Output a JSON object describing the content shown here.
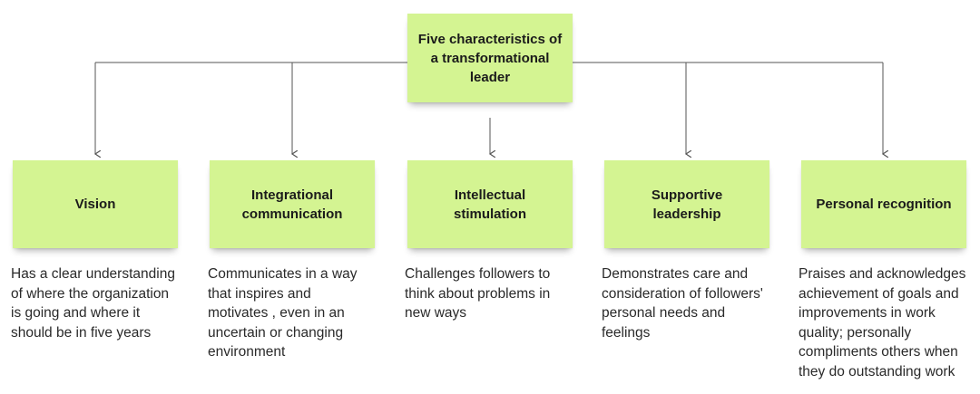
{
  "root": {
    "title": "Five characteristics of a transformational leader"
  },
  "characteristics": [
    {
      "title": "Vision",
      "description": "Has a clear understanding\nof where the organization\nis going and where it\nshould be in five years"
    },
    {
      "title": "Integrational communication",
      "description": "Communicates in a way\nthat inspires and\nmotivates , even in an\nuncertain or changing\nenvironment"
    },
    {
      "title": "Intellectual stimulation",
      "description": "Challenges followers to\nthink about problems in\nnew ways"
    },
    {
      "title": "Supportive leadership",
      "description": "Demonstrates care and\nconsideration of followers'\npersonal needs and\nfeelings"
    },
    {
      "title": "Personal recognition",
      "description": "Praises and acknowledges\nachievement of goals and\nimprovements in work\nquality; personally\ncompliments others when\nthey do outstanding work"
    }
  ],
  "colors": {
    "note_fill": "#d4f492",
    "connector": "#555555"
  }
}
